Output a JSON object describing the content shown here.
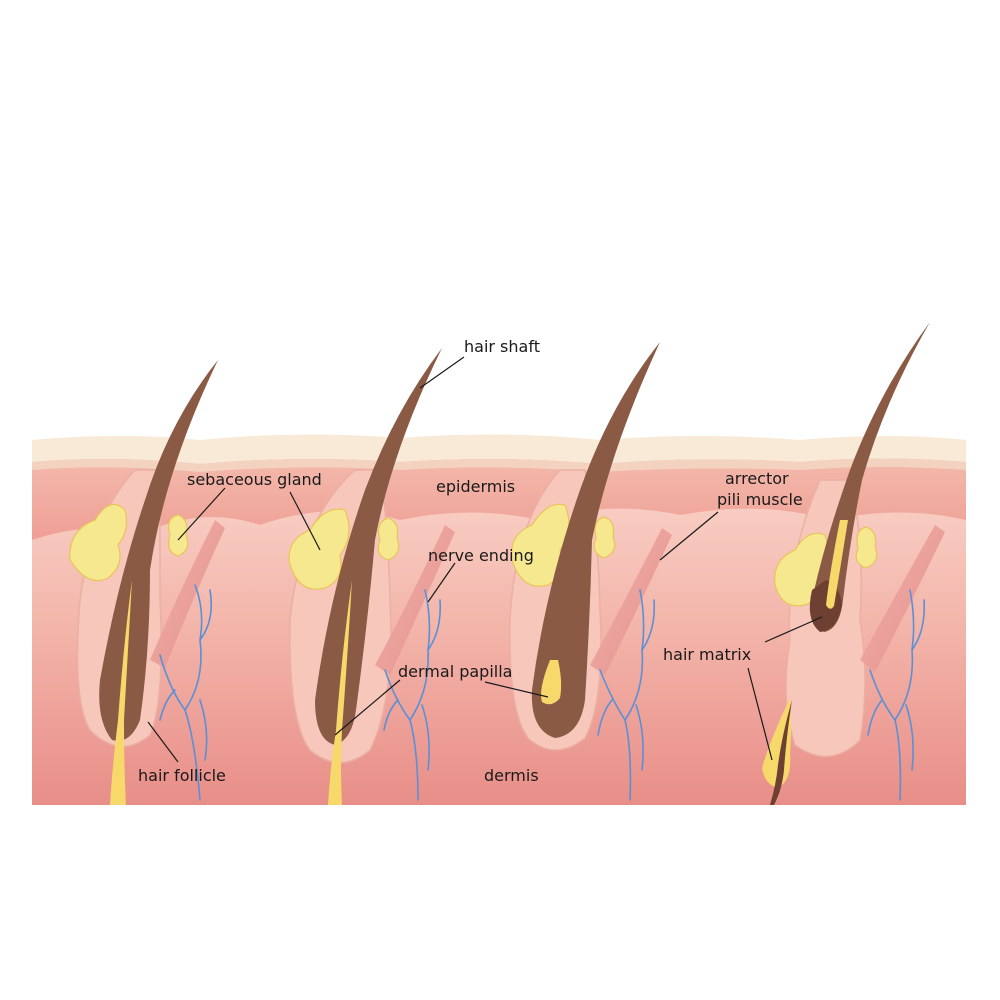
{
  "labels": {
    "hair_shaft": "hair shaft",
    "sebaceous_gland": "sebaceous gland",
    "epidermis": "epidermis",
    "arrector_line1": "arrector",
    "arrector_line2": "pili muscle",
    "nerve_ending": "nerve ending",
    "dermal_papilla": "dermal papilla",
    "hair_matrix": "hair matrix",
    "hair_follicle": "hair follicle",
    "dermis": "dermis"
  },
  "colors": {
    "surface_layer": "#f7e6cf",
    "epidermis": "#f3b3a6",
    "dermis_top": "#f7c7bd",
    "dermis_bottom": "#e9908a",
    "hair_shaft": "#8a5a45",
    "gland": "#f6e88e",
    "nerve": "#5b8fd6"
  }
}
